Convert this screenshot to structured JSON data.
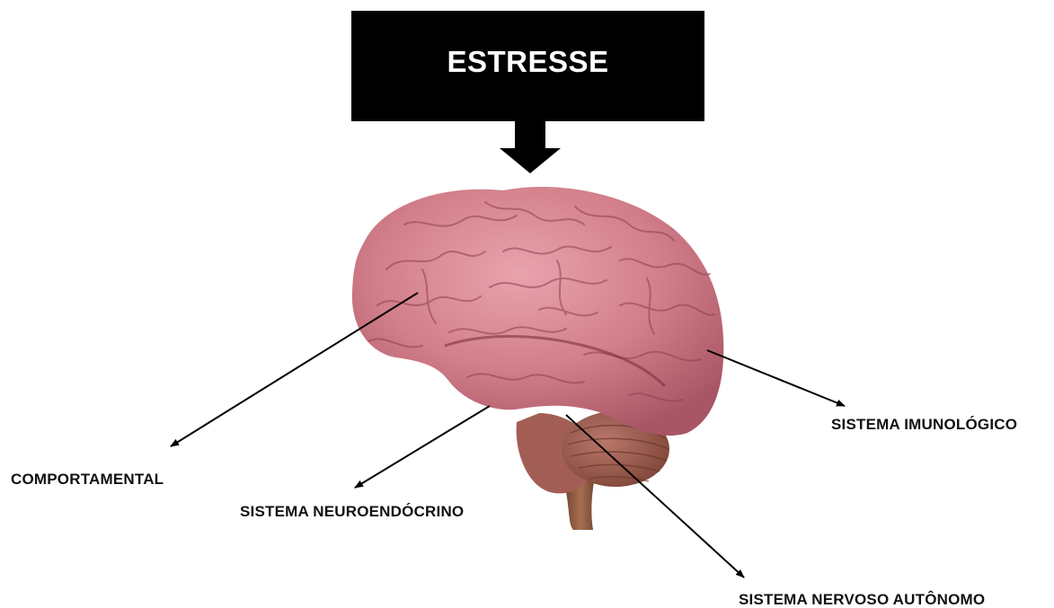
{
  "title": "ESTRESSE",
  "labels": {
    "comportamental": "COMPORTAMENTAL",
    "neuroendocrino": "SISTEMA NEUROENDÓCRINO",
    "imunologico": "SISTEMA IMUNOLÓGICO",
    "nervoso_autonomo": "SISTEMA NERVOSO AUTÔNOMO"
  },
  "colors": {
    "title_box": "#000000",
    "title_text": "#ffffff",
    "label_text": "#111111",
    "arrow": "#000000",
    "brain_pink": "#d27f8a",
    "cerebellum": "#9a5a4c",
    "brainstem": "#8c5a3e"
  },
  "icons": {
    "pointer_arrow": "down-arrow-icon",
    "organ": "brain-illustration"
  }
}
